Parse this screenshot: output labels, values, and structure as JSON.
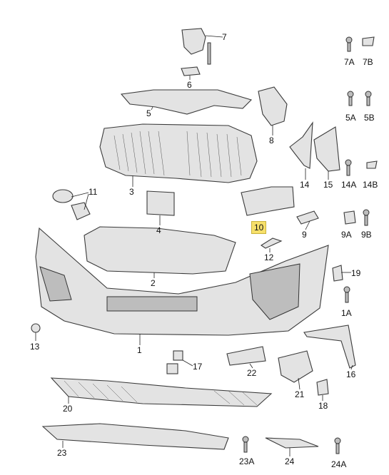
{
  "parts": [
    {
      "id": "7",
      "label": "7"
    },
    {
      "id": "6",
      "label": "6"
    },
    {
      "id": "5",
      "label": "5"
    },
    {
      "id": "8",
      "label": "8"
    },
    {
      "id": "3",
      "label": "3"
    },
    {
      "id": "11",
      "label": "11"
    },
    {
      "id": "4",
      "label": "4"
    },
    {
      "id": "10",
      "label": "10",
      "highlighted": true
    },
    {
      "id": "14",
      "label": "14"
    },
    {
      "id": "15",
      "label": "15"
    },
    {
      "id": "9",
      "label": "9"
    },
    {
      "id": "12",
      "label": "12"
    },
    {
      "id": "2",
      "label": "2"
    },
    {
      "id": "19",
      "label": "19"
    },
    {
      "id": "1",
      "label": "1"
    },
    {
      "id": "13",
      "label": "13"
    },
    {
      "id": "17",
      "label": "17"
    },
    {
      "id": "22",
      "label": "22"
    },
    {
      "id": "21",
      "label": "21"
    },
    {
      "id": "16",
      "label": "16"
    },
    {
      "id": "18",
      "label": "18"
    },
    {
      "id": "20",
      "label": "20"
    },
    {
      "id": "23",
      "label": "23"
    },
    {
      "id": "24",
      "label": "24"
    },
    {
      "id": "7A",
      "label": "7A"
    },
    {
      "id": "7B",
      "label": "7B"
    },
    {
      "id": "5A",
      "label": "5A"
    },
    {
      "id": "5B",
      "label": "5B"
    },
    {
      "id": "14A",
      "label": "14A"
    },
    {
      "id": "14B",
      "label": "14B"
    },
    {
      "id": "9A",
      "label": "9A"
    },
    {
      "id": "9B",
      "label": "9B"
    },
    {
      "id": "1A",
      "label": "1A"
    },
    {
      "id": "23A",
      "label": "23A"
    },
    {
      "id": "24A",
      "label": "24A"
    }
  ],
  "colors": {
    "highlight": "#f7e06a",
    "part_fill": "#e3e3e3",
    "outline": "#3a3a3a"
  }
}
